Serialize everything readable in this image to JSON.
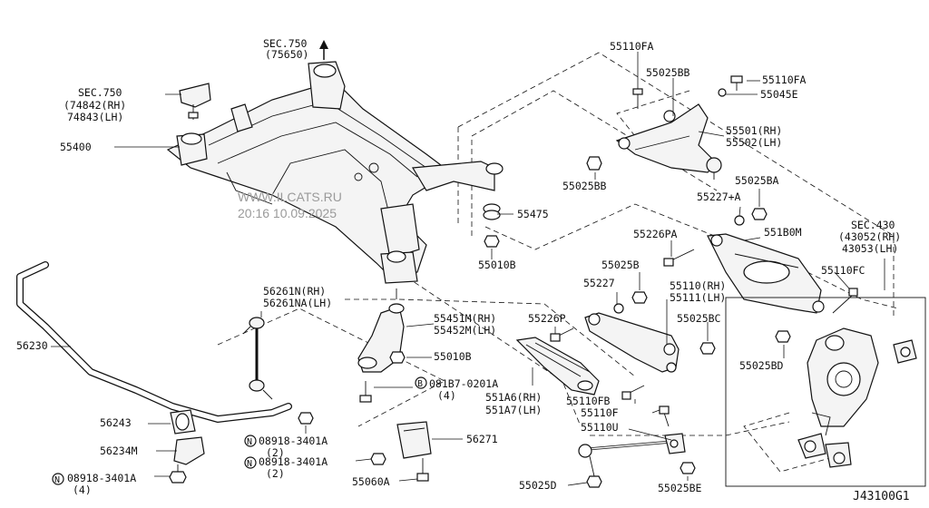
{
  "diagram_id": "J43100G1",
  "watermark": {
    "site": "WWW.ILCATS.RU",
    "datetime": "20:16 10.09.2025"
  },
  "callouts": [
    {
      "id": "sec750_top_a",
      "text": "SEC.750"
    },
    {
      "id": "sec750_top_b",
      "text": "(75650)"
    },
    {
      "id": "sec750_left_a",
      "text": "SEC.750"
    },
    {
      "id": "sec750_left_b",
      "text": "(74842(RH)"
    },
    {
      "id": "sec750_left_c",
      "text": "74843(LH)"
    },
    {
      "id": "p55400",
      "text": "55400"
    },
    {
      "id": "p55110FA_a",
      "text": "55110FA"
    },
    {
      "id": "p55025BB_a",
      "text": "55025BB"
    },
    {
      "id": "p55110FA_b",
      "text": "55110FA"
    },
    {
      "id": "p55045E",
      "text": "55045E"
    },
    {
      "id": "p55501",
      "text": "55501(RH)"
    },
    {
      "id": "p55502",
      "text": "55502(LH)"
    },
    {
      "id": "p55025BB_b",
      "text": "55025BB"
    },
    {
      "id": "p55227A",
      "text": "55227+A"
    },
    {
      "id": "p55025BA",
      "text": "55025BA"
    },
    {
      "id": "p55475",
      "text": "55475"
    },
    {
      "id": "p55010B_a",
      "text": "55010B"
    },
    {
      "id": "p55226PA",
      "text": "55226PA"
    },
    {
      "id": "p551B0M",
      "text": "551B0M"
    },
    {
      "id": "sec430_a",
      "text": "SEC.430"
    },
    {
      "id": "sec430_b",
      "text": "(43052(RH)"
    },
    {
      "id": "sec430_c",
      "text": "43053(LH)"
    },
    {
      "id": "p55025B",
      "text": "55025B"
    },
    {
      "id": "p55110FC",
      "text": "55110FC"
    },
    {
      "id": "p56261N",
      "text": "56261N(RH)"
    },
    {
      "id": "p56261NA",
      "text": "56261NA(LH)"
    },
    {
      "id": "p55227",
      "text": "55227"
    },
    {
      "id": "p55110",
      "text": "55110(RH)"
    },
    {
      "id": "p55111",
      "text": "55111(LH)"
    },
    {
      "id": "p55451M",
      "text": "55451M(RH)"
    },
    {
      "id": "p55452M",
      "text": "55452M(LH)"
    },
    {
      "id": "p55226P",
      "text": "55226P"
    },
    {
      "id": "p55025BC",
      "text": "55025BC"
    },
    {
      "id": "p56230",
      "text": "56230"
    },
    {
      "id": "p55010B_b",
      "text": "55010B"
    },
    {
      "id": "p55025BD",
      "text": "55025BD"
    },
    {
      "id": "p08187",
      "text": "081B7-0201A"
    },
    {
      "id": "p08187_q",
      "text": "(4)"
    },
    {
      "id": "p551A6",
      "text": "551A6(RH)"
    },
    {
      "id": "p551A7",
      "text": "551A7(LH)"
    },
    {
      "id": "p55110FB",
      "text": "55110FB"
    },
    {
      "id": "p55110F",
      "text": "55110F"
    },
    {
      "id": "p56243",
      "text": "56243"
    },
    {
      "id": "p55110U",
      "text": "55110U"
    },
    {
      "id": "p08918_a",
      "text": "08918-3401A"
    },
    {
      "id": "p08918_a_q",
      "text": "(2)"
    },
    {
      "id": "p56271",
      "text": "56271"
    },
    {
      "id": "p56234M",
      "text": "56234M"
    },
    {
      "id": "p08918_b",
      "text": "08918-3401A"
    },
    {
      "id": "p08918_b_q",
      "text": "(2)"
    },
    {
      "id": "p08918_c",
      "text": "08918-3401A"
    },
    {
      "id": "p08918_c_q",
      "text": "(4)"
    },
    {
      "id": "p55060A",
      "text": "55060A"
    },
    {
      "id": "p55025D",
      "text": "55025D"
    },
    {
      "id": "p55025BE",
      "text": "55025BE"
    }
  ],
  "prefix_marks": {
    "bolt_b": "B",
    "nut_n": "N"
  }
}
